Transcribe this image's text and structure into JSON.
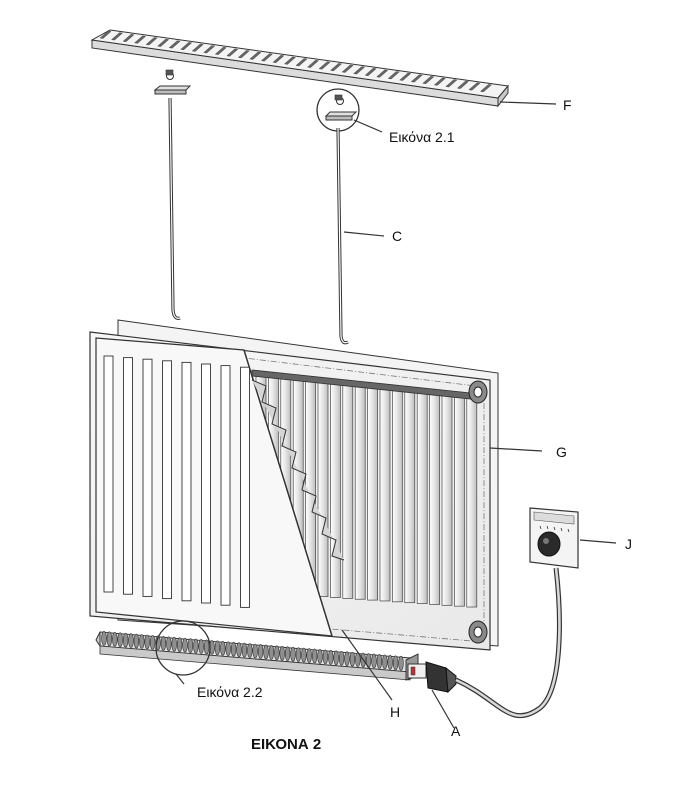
{
  "labels": {
    "F": "F",
    "C": "C",
    "G": "G",
    "J": "J",
    "H": "H",
    "A": "A"
  },
  "callouts": {
    "detail_2_1": "Εικόνα 2.1",
    "detail_2_2": "Εικόνα 2.2"
  },
  "caption": "ΕΙΚΟΝΑ 2",
  "colors": {
    "line": "#333333",
    "light_fill": "#f2f2f2",
    "mid_fill": "#d9d9d9",
    "dark_fill": "#444444"
  }
}
